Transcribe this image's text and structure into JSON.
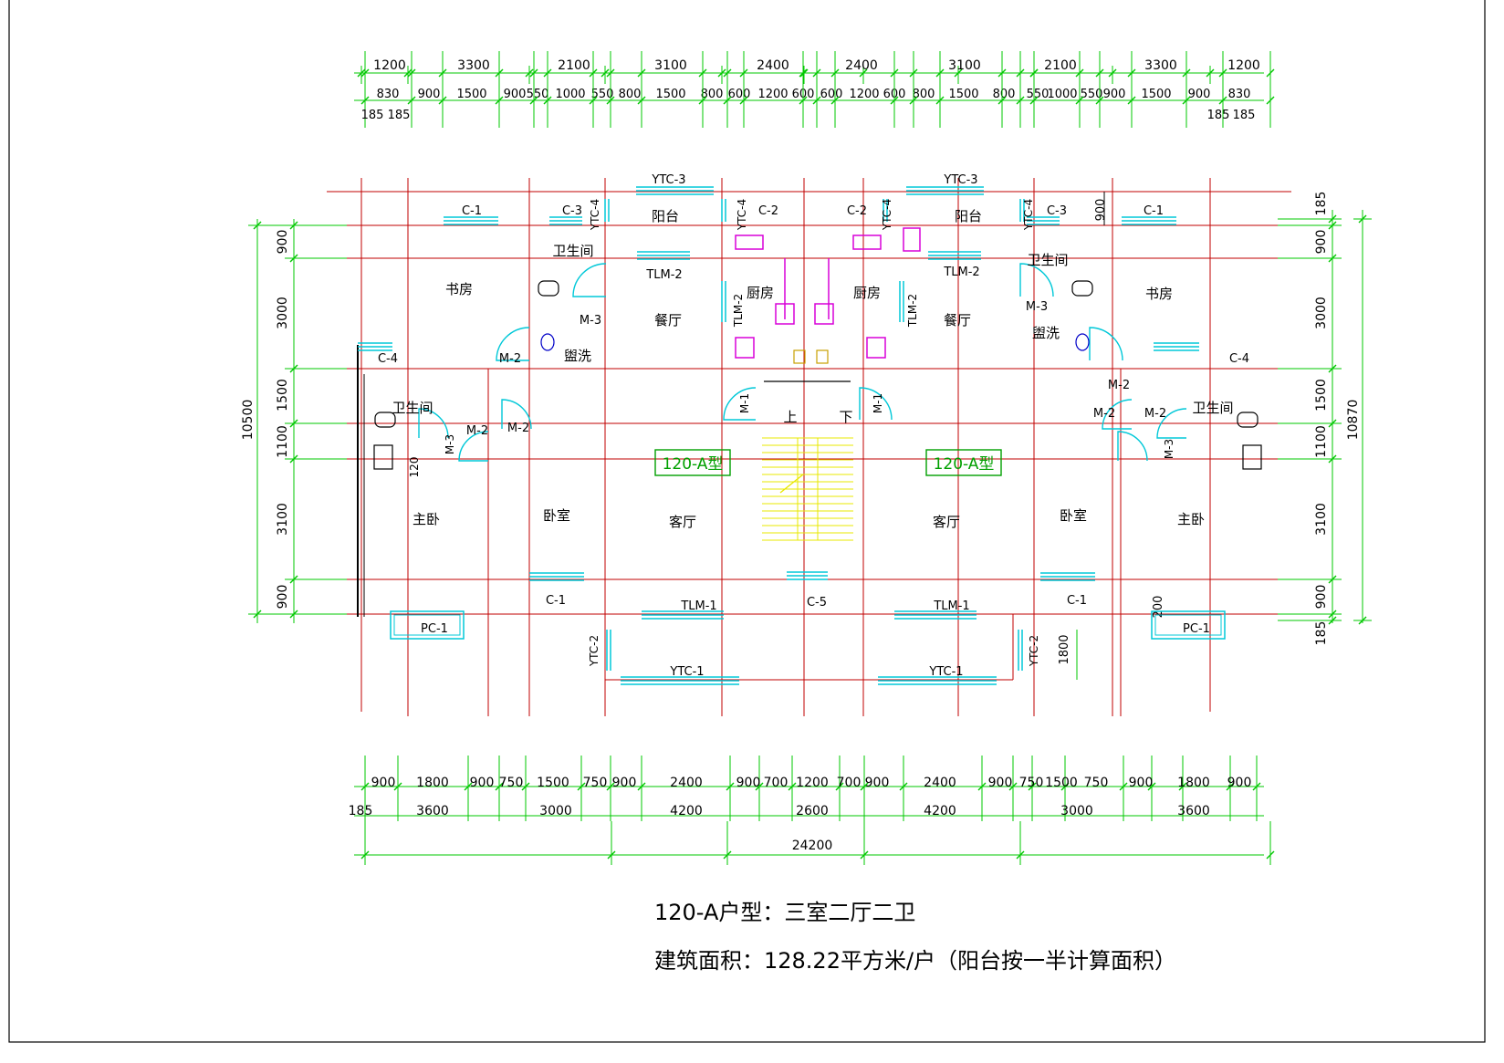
{
  "colors": {
    "grid": "#c00000",
    "dim": "#00c800",
    "window": "#00c8d8",
    "text": "#000000",
    "stair": "#e8e800",
    "label_box": "#00a000",
    "magenta": "#d800d8"
  },
  "top_dims": {
    "row1": [
      "1200",
      "3300",
      "2100",
      "3100",
      "2400",
      "2400",
      "3100",
      "2100",
      "3300",
      "1200"
    ],
    "row2": [
      "830",
      "900",
      "1500",
      "900",
      "550",
      "1000",
      "550",
      "800",
      "1500",
      "800",
      "600",
      "1200",
      "600",
      "600",
      "1200",
      "600",
      "800",
      "1500",
      "800",
      "550",
      "1000",
      "550",
      "900",
      "1500",
      "900",
      "830"
    ],
    "row3": [
      "185",
      "185",
      "185",
      "185"
    ]
  },
  "bottom_dims": {
    "row1": [
      "900",
      "1800",
      "900",
      "750",
      "1500",
      "750",
      "900",
      "2400",
      "900",
      "700",
      "1200",
      "700",
      "900",
      "2400",
      "900",
      "750",
      "1500",
      "750",
      "900",
      "1800",
      "900"
    ],
    "row2": [
      "185",
      "3600",
      "3000",
      "4200",
      "2600",
      "4200",
      "3000",
      "3600"
    ],
    "total": "24200"
  },
  "left_dims": {
    "segments": [
      "900",
      "3000",
      "1500",
      "1100",
      "3100",
      "900"
    ],
    "total": "10500"
  },
  "right_dims": {
    "segments": [
      "185",
      "900",
      "3000",
      "1500",
      "1100",
      "3100",
      "900",
      "185"
    ],
    "total": "10870"
  },
  "openings": {
    "ytc3": "YTC-3",
    "ytc4": "YTC-4",
    "ytc2": "YTC-2",
    "ytc1": "YTC-1",
    "c1": "C-1",
    "c2": "C-2",
    "c3": "C-3",
    "c4": "C-4",
    "c5": "C-5",
    "tlm1": "TLM-1",
    "tlm2": "TLM-2",
    "pc1": "PC-1",
    "m1": "M-1",
    "m2": "M-2",
    "m3": "M-3"
  },
  "rooms": {
    "balcony": "阳台",
    "study": "书房",
    "bathroom": "卫生间",
    "dining": "餐厅",
    "kitchen": "厨房",
    "wash": "盥洗",
    "master_bedroom": "主卧",
    "bedroom": "卧室",
    "living": "客厅",
    "up": "上",
    "down": "下"
  },
  "unit_label": "120-A型",
  "misc_dims": {
    "d900": "900",
    "d120": "120",
    "d200": "200",
    "d1800": "1800"
  },
  "caption": {
    "line1": "120-A户型：三室二厅二卫",
    "line2": "建筑面积：128.22平方米/户（阳台按一半计算面积）"
  }
}
